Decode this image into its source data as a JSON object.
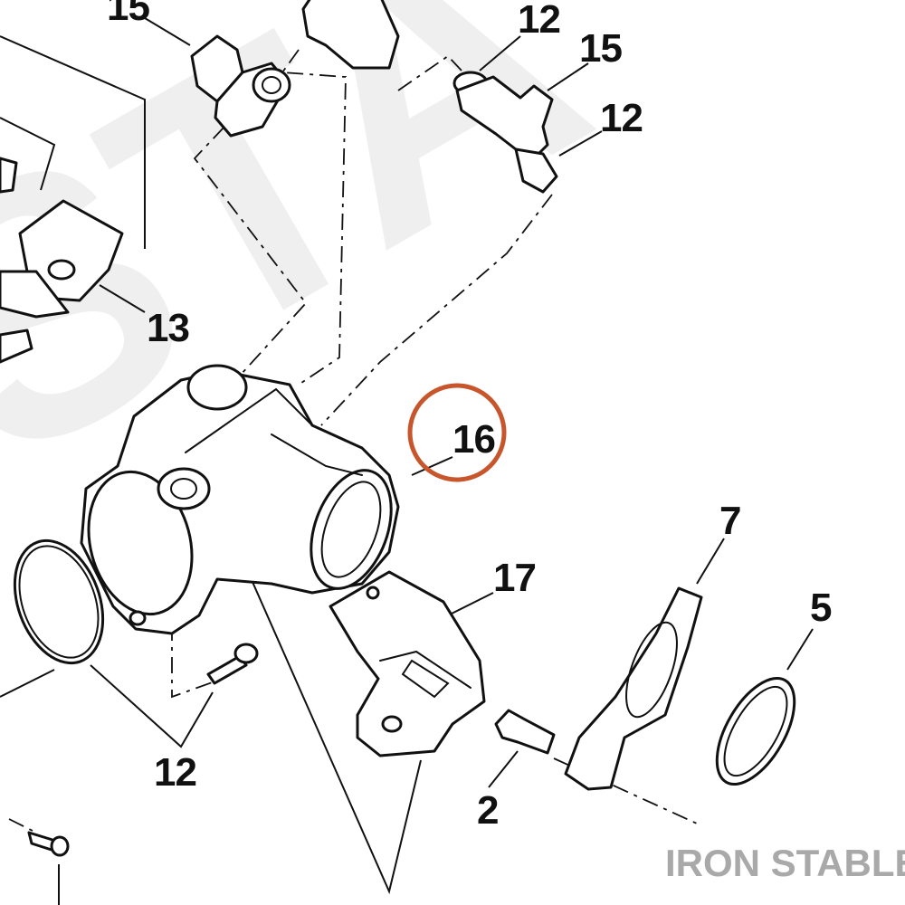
{
  "diagram": {
    "callouts": {
      "c15_top_left": "15",
      "c12_top": "12",
      "c15_right": "15",
      "c12_right": "12",
      "c13": "13",
      "c16": "16",
      "c7": "7",
      "c17": "17",
      "c5": "5",
      "c12_bottom": "12",
      "c2": "2"
    },
    "highlight_color": "#c8562c",
    "line_color": "#111111"
  },
  "watermark": {
    "brand": "IRON STABLE",
    "brand_color": "#a9a9a9"
  }
}
